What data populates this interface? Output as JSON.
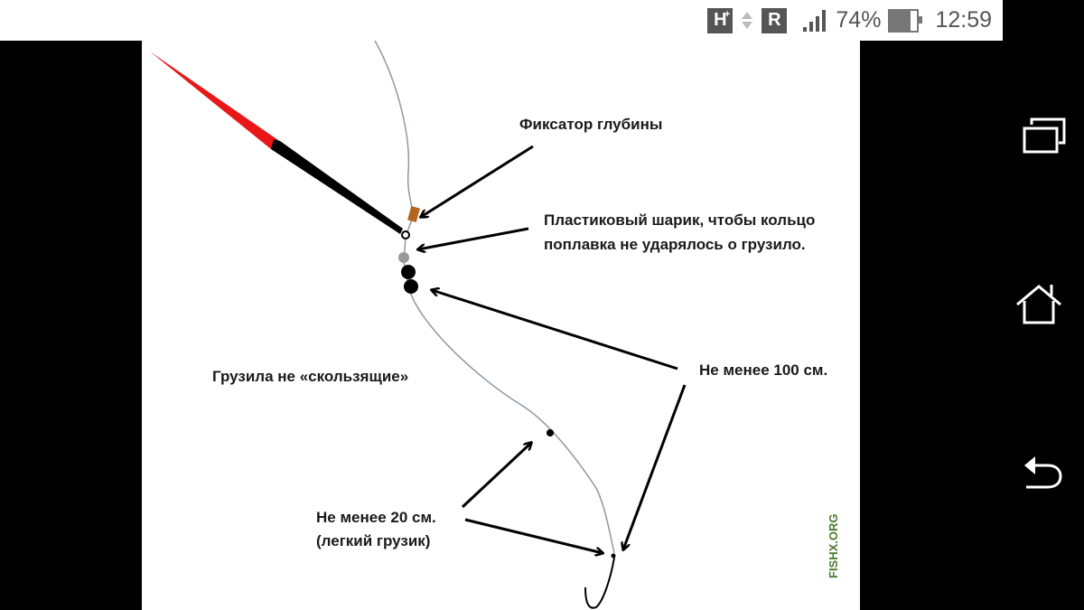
{
  "status_bar": {
    "network_badge": "H",
    "network_badge_sup": "+",
    "roaming_badge": "R",
    "battery_percent": "74%",
    "time": "12:59"
  },
  "diagram": {
    "labels": {
      "depth_stopper": "Фиксатор глубины",
      "plastic_bead_line1": "Пластиковый шарик, чтобы кольцо",
      "plastic_bead_line2": "поплавка не ударялось о грузило.",
      "sinkers_not_sliding": "Грузила не «скользящие»",
      "min_100cm": "Не менее 100 см.",
      "min_20cm_line1": "Не менее 20 см.",
      "min_20cm_line2": "(легкий грузик)"
    },
    "watermark": "FISHX.ORG",
    "colors": {
      "float_tip": "#e81818",
      "float_body": "#000000",
      "stopper": "#b5651d",
      "bead": "#999999",
      "line": "#8a9aa6",
      "watermark": "#4b7a2e"
    }
  },
  "navigation": {
    "recents": "recent-apps",
    "home": "home",
    "back": "back"
  }
}
